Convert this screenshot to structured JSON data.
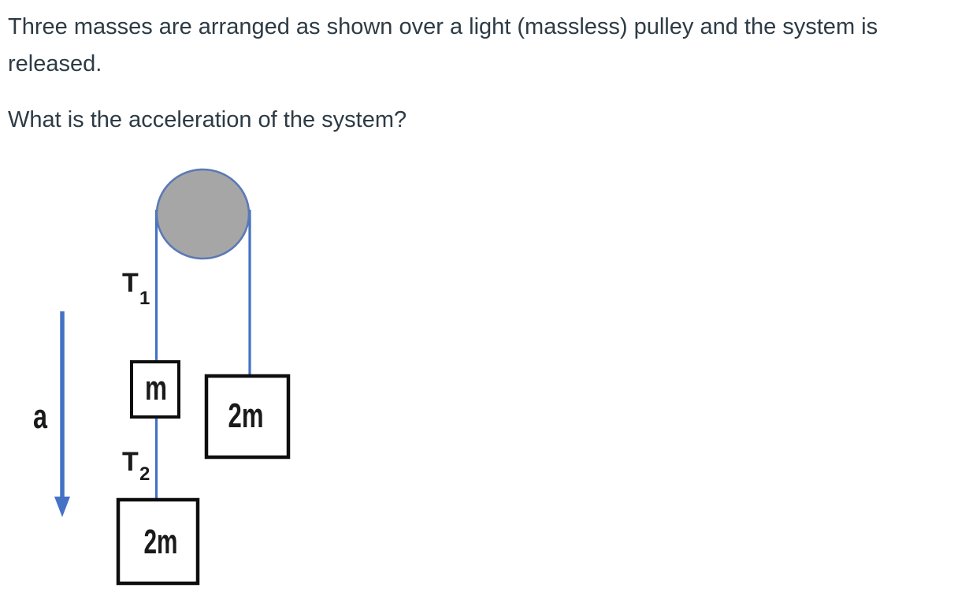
{
  "problem": {
    "statement": "Three masses are arranged as shown over a light (massless) pulley and the system is released.",
    "question": "What is the acceleration of the system?"
  },
  "diagram": {
    "description": "Pulley with mass m and 2m hanging on left rope, mass 2m on right rope, acceleration arrow pointing down",
    "colors": {
      "rope": "#4472C4",
      "pulley_fill": "#A6A6A6",
      "pulley_stroke": "#5B79B5",
      "box_border": "#0D0D0D",
      "label": "#1A1A1A"
    },
    "labels": {
      "tension1": {
        "base": "T",
        "sub": "1"
      },
      "tension2": {
        "base": "T",
        "sub": "2"
      },
      "acceleration": "a",
      "mass_left": "m",
      "mass_right": "2m",
      "mass_bottom": "2m"
    }
  }
}
